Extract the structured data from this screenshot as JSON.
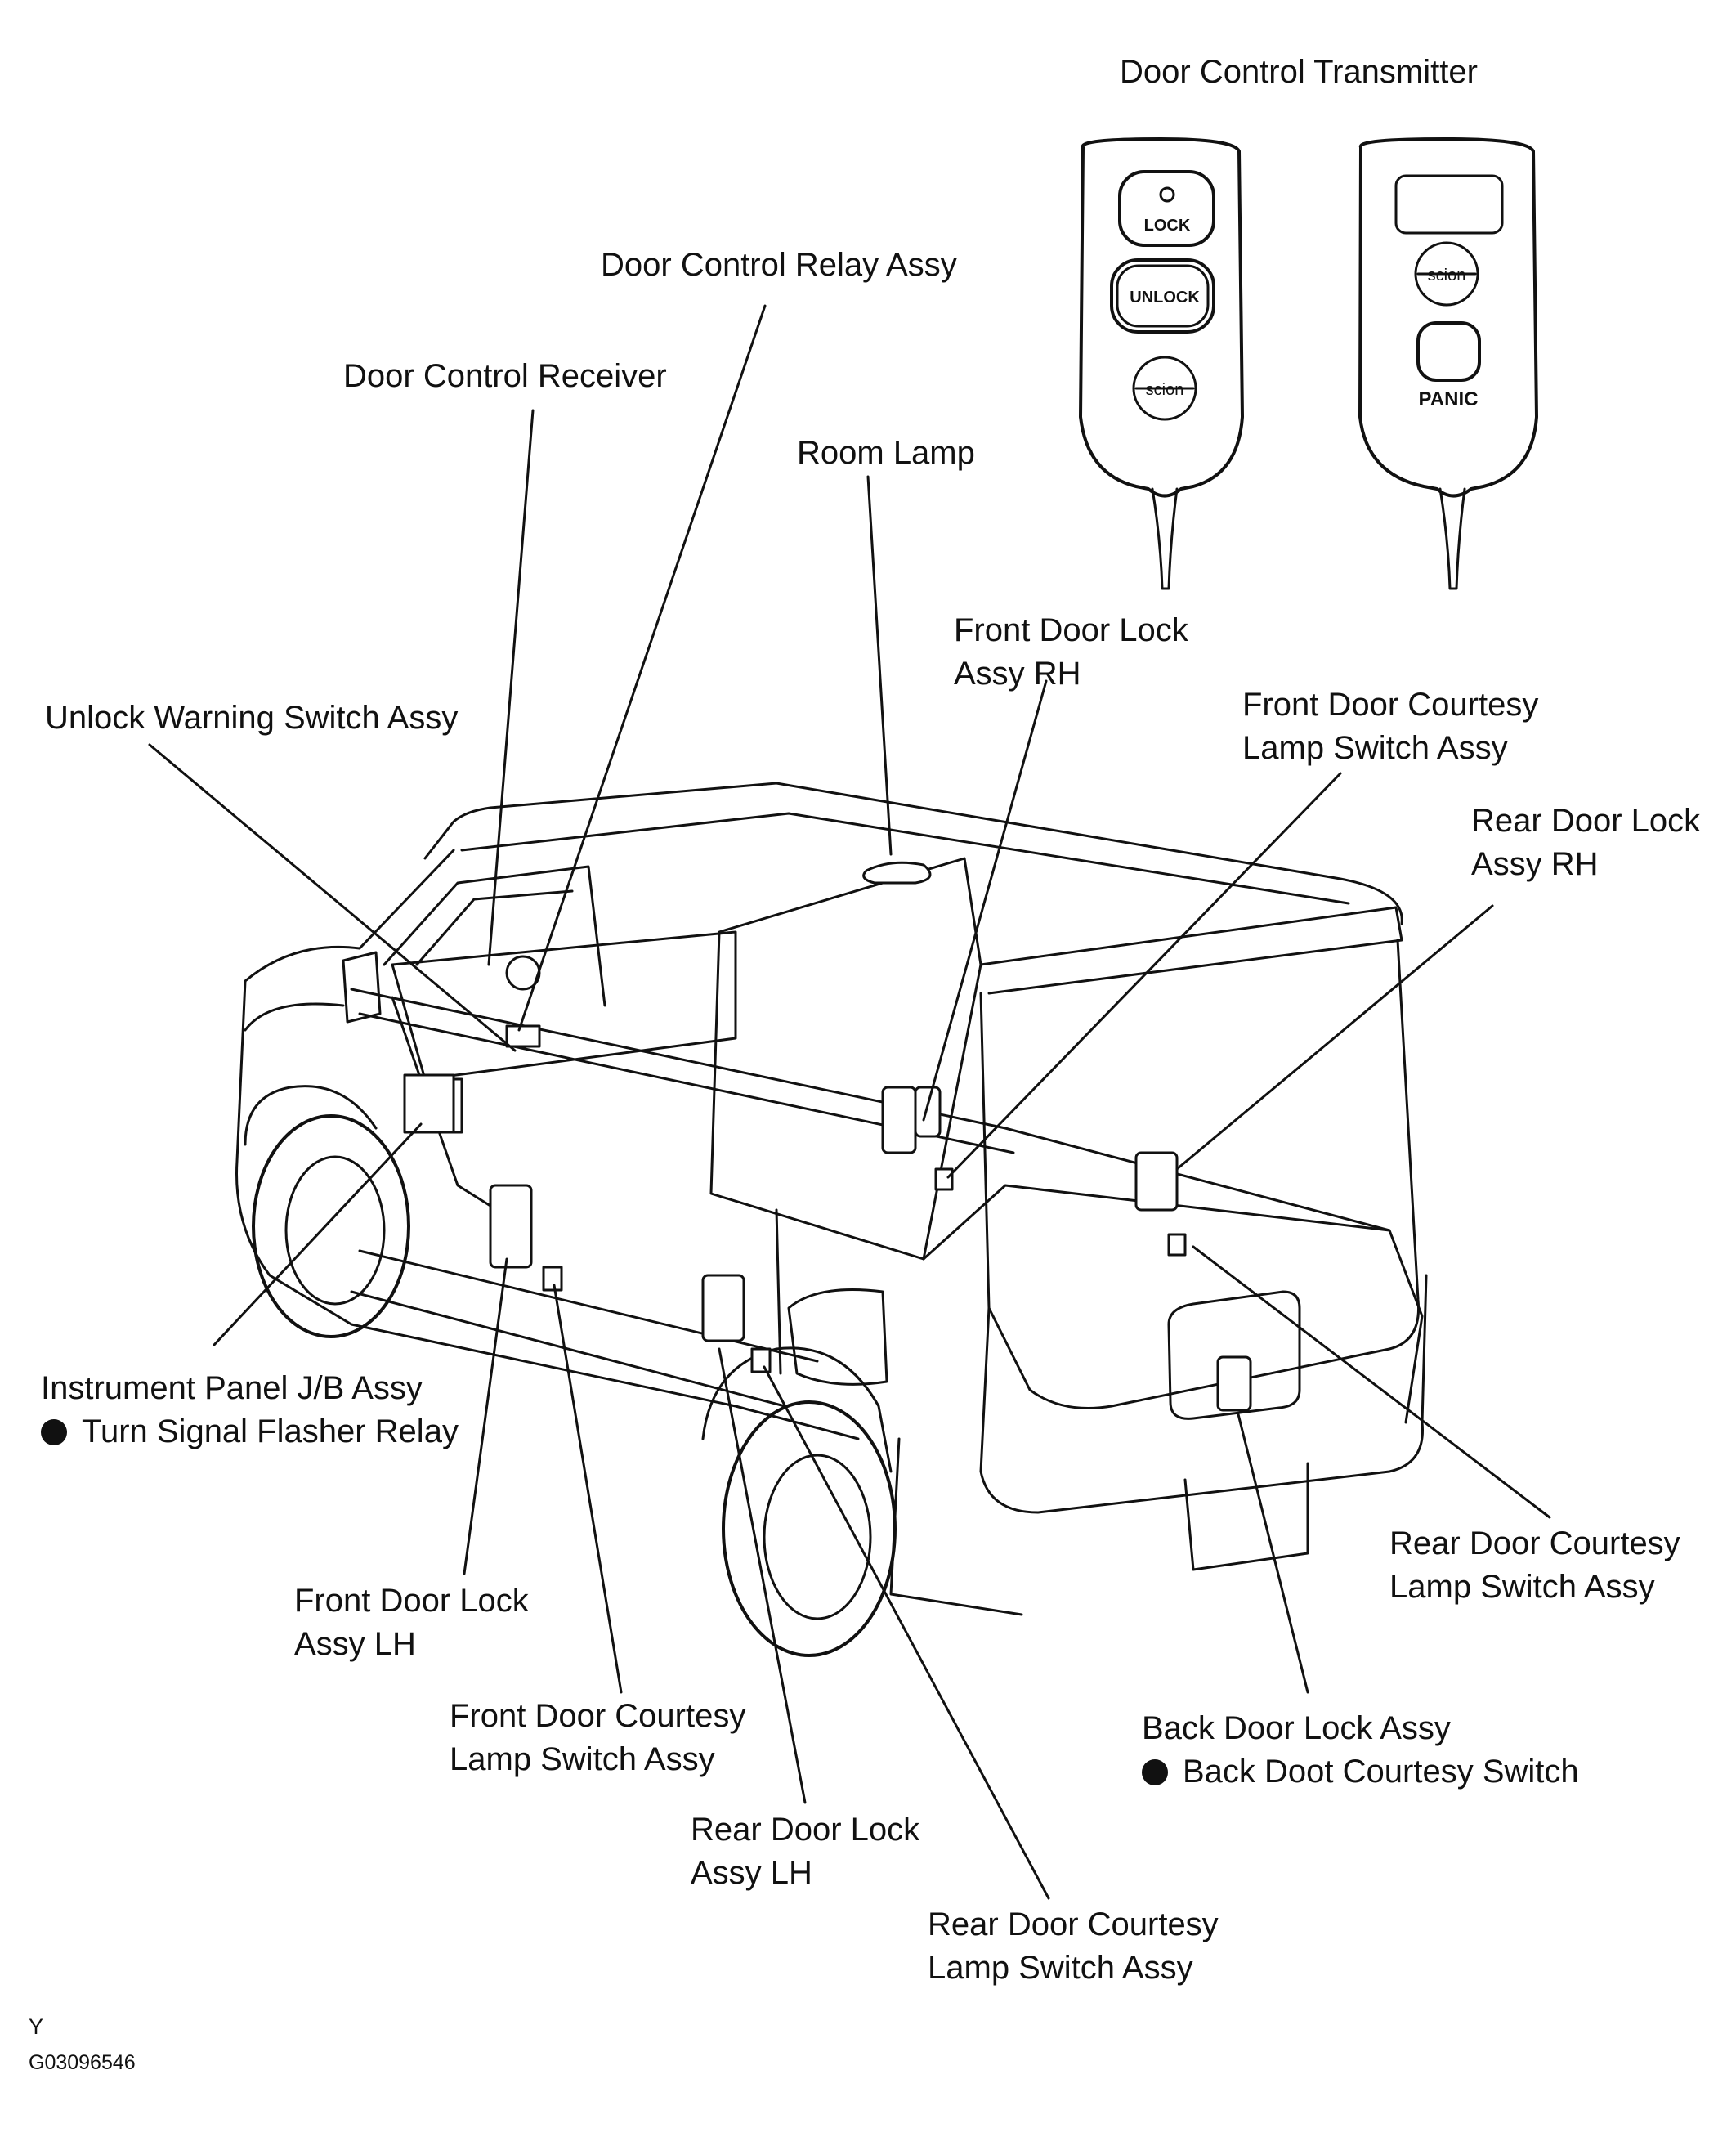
{
  "labels": {
    "transmitter": "Door Control Transmitter",
    "relay": "Door Control Relay Assy",
    "receiver": "Door Control Receiver",
    "room_lamp": "Room Lamp",
    "front_lock_rh": [
      "Front Door Lock",
      "Assy RH"
    ],
    "unlock_warning": "Unlock Warning Switch Assy",
    "front_courtesy_rh": [
      "Front Door Courtesy",
      "Lamp Switch Assy"
    ],
    "rear_lock_rh": [
      "Rear Door Lock",
      "Assy RH"
    ],
    "ip_jb": [
      "Instrument Panel J/B Assy",
      "Turn Signal Flasher Relay"
    ],
    "front_lock_lh": [
      "Front Door Lock",
      "Assy LH"
    ],
    "front_courtesy_lh": [
      "Front Door Courtesy",
      "Lamp Switch Assy"
    ],
    "rear_lock_lh": [
      "Rear Door Lock",
      "Assy LH"
    ],
    "rear_courtesy_lh": [
      "Rear Door Courtesy",
      "Lamp Switch Assy"
    ],
    "back_door_lock": [
      "Back Door Lock Assy",
      "Back Doot Courtesy Switch"
    ],
    "rear_courtesy_rh": [
      "Rear Door Courtesy",
      "Lamp Switch Assy"
    ]
  },
  "fob": {
    "lock": "LOCK",
    "unlock": "UNLOCK",
    "panic": "PANIC",
    "brand": "scion"
  },
  "footer": {
    "letter": "Y",
    "code": "G03096546"
  }
}
